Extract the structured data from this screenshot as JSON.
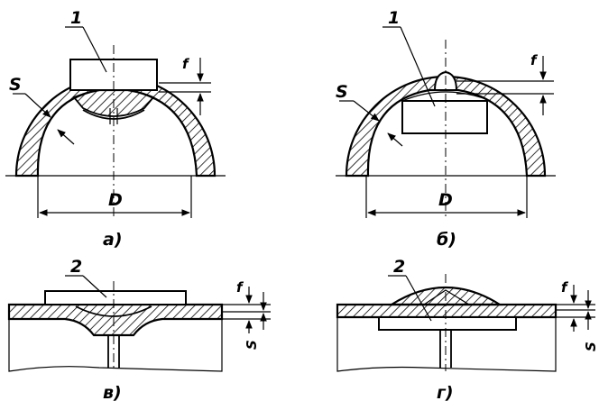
{
  "figures": {
    "a": {
      "caption": "а)",
      "label_part": "1",
      "label_thickness": "S",
      "label_height": "f",
      "label_diameter": "D"
    },
    "b": {
      "caption": "б)",
      "label_part": "1",
      "label_thickness": "S",
      "label_height": "f",
      "label_diameter": "D"
    },
    "c": {
      "caption": "в)",
      "label_part": "2",
      "label_height": "f",
      "label_thickness": "S"
    },
    "d": {
      "caption": "г)",
      "label_part": "2",
      "label_height": "f",
      "label_thickness": "S"
    }
  }
}
